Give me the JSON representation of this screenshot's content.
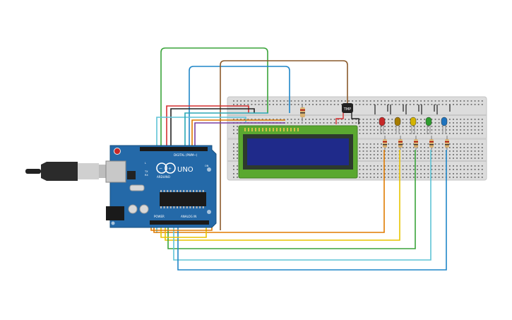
{
  "board": {
    "brand": "UNO",
    "maker": "ARDUINO",
    "top_header_label": "DIGITAL (PWM~)",
    "power_label": "POWER",
    "analog_label": "ANALOG IN",
    "tx_label": "TX",
    "rx_label": "RX",
    "l_label": "L",
    "on_label": "ON"
  },
  "sensor": {
    "label": "TMP"
  },
  "leds": [
    {
      "color": "#c62828",
      "name": "red"
    },
    {
      "color": "#a67c00",
      "name": "amber"
    },
    {
      "color": "#d4b400",
      "name": "yellow"
    },
    {
      "color": "#2e9d2e",
      "name": "green"
    },
    {
      "color": "#1e73be",
      "name": "blue"
    }
  ],
  "lcd": {
    "screen_color": "#1f2a8a",
    "frame_color": "#5aa830"
  },
  "wire_colors": {
    "green": "#3aa43a",
    "blue": "#1f86c8",
    "brown": "#8a5a2b",
    "red": "#d32f2f",
    "black": "#222222",
    "orange": "#e07b00",
    "yellow": "#e8c400",
    "cyan": "#5ec3d6",
    "purple": "#7a3fa0",
    "teal": "#28a7b5"
  }
}
